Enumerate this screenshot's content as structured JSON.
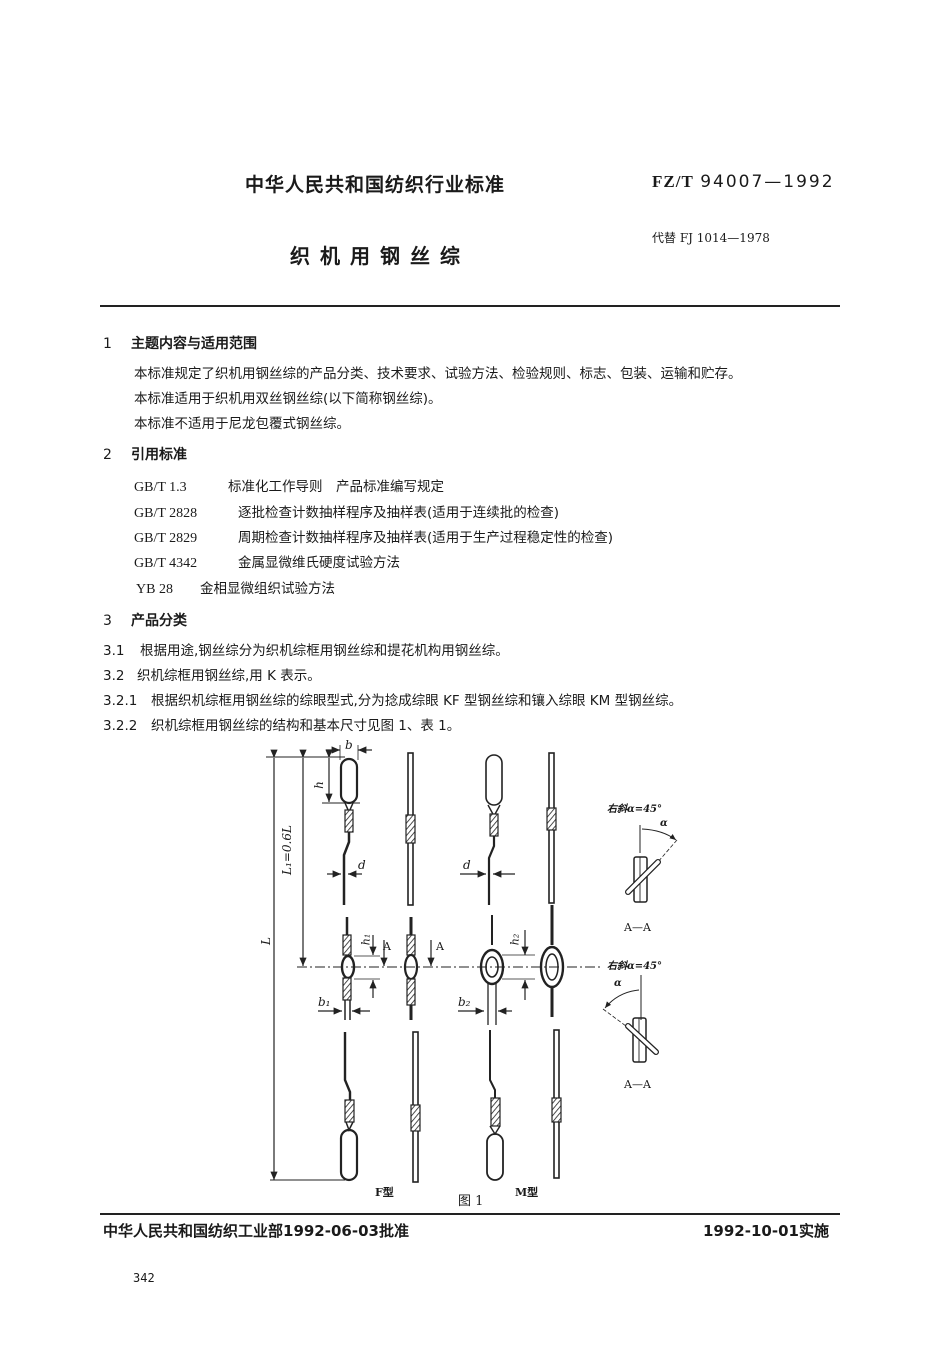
{
  "header": {
    "organization": "中华人民共和国纺织行业标准",
    "standard_prefix": "FZ/T",
    "standard_number": "94007—1992",
    "title": "织机用钢丝综",
    "replaces": "代替 FJ 1014—1978"
  },
  "sections": [
    {
      "number": "1",
      "title": "主题内容与适用范围",
      "paragraphs": [
        "本标准规定了织机用钢丝综的产品分类、技术要求、试验方法、检验规则、标志、包装、运输和贮存。",
        "本标准适用于织机用双丝钢丝综(以下简称钢丝综)。",
        "本标准不适用于尼龙包覆式钢丝综。"
      ]
    },
    {
      "number": "2",
      "title": "引用标准",
      "references": [
        {
          "code": "GB/T 1.3",
          "text": "标准化工作导则　产品标准编写规定"
        },
        {
          "code": "GB/T 2828",
          "text": "逐批检查计数抽样程序及抽样表(适用于连续批的检查)"
        },
        {
          "code": "GB/T 2829",
          "text": "周期检查计数抽样程序及抽样表(适用于生产过程稳定性的检查)"
        },
        {
          "code": "GB/T 4342",
          "text": "金属显微维氏硬度试验方法"
        },
        {
          "code": "YB 28",
          "text": "金相显微组织试验方法"
        }
      ]
    },
    {
      "number": "3",
      "title": "产品分类",
      "clauses": [
        {
          "number": "3.1",
          "text": "根据用途,钢丝综分为织机综框用钢丝综和提花机构用钢丝综。"
        },
        {
          "number": "3.2",
          "text": "织机综框用钢丝综,用 K 表示。"
        },
        {
          "number": "3.2.1",
          "text": "根据织机综框用钢丝综的综眼型式,分为捻成综眼 KF 型钢丝综和镶入综眼 KM 型钢丝综。"
        },
        {
          "number": "3.2.2",
          "text": "织机综框用钢丝综的结构和基本尺寸见图 1、表 1。"
        }
      ]
    }
  ],
  "figure": {
    "caption": "图 1",
    "type_f_label": "F型",
    "type_m_label": "M型",
    "dim_b": "b",
    "dim_h": "h",
    "dim_d": "d",
    "dim_L1": "L₁=0.6L",
    "dim_L": "L",
    "dim_h1": "h₁",
    "dim_b1": "b₁",
    "dim_h2": "h₂",
    "dim_b2": "b₂",
    "section_marker": "A",
    "section_views": [
      {
        "angle_label": "右斜α=45°",
        "alpha": "α",
        "view_label": "A—A"
      },
      {
        "angle_label": "右斜α=45°",
        "alpha": "α",
        "view_label": "A—A"
      }
    ]
  },
  "footer": {
    "approval": "中华人民共和国纺织工业部1992-06-03批准",
    "implementation": "1992-10-01实施",
    "page_number": "342"
  }
}
